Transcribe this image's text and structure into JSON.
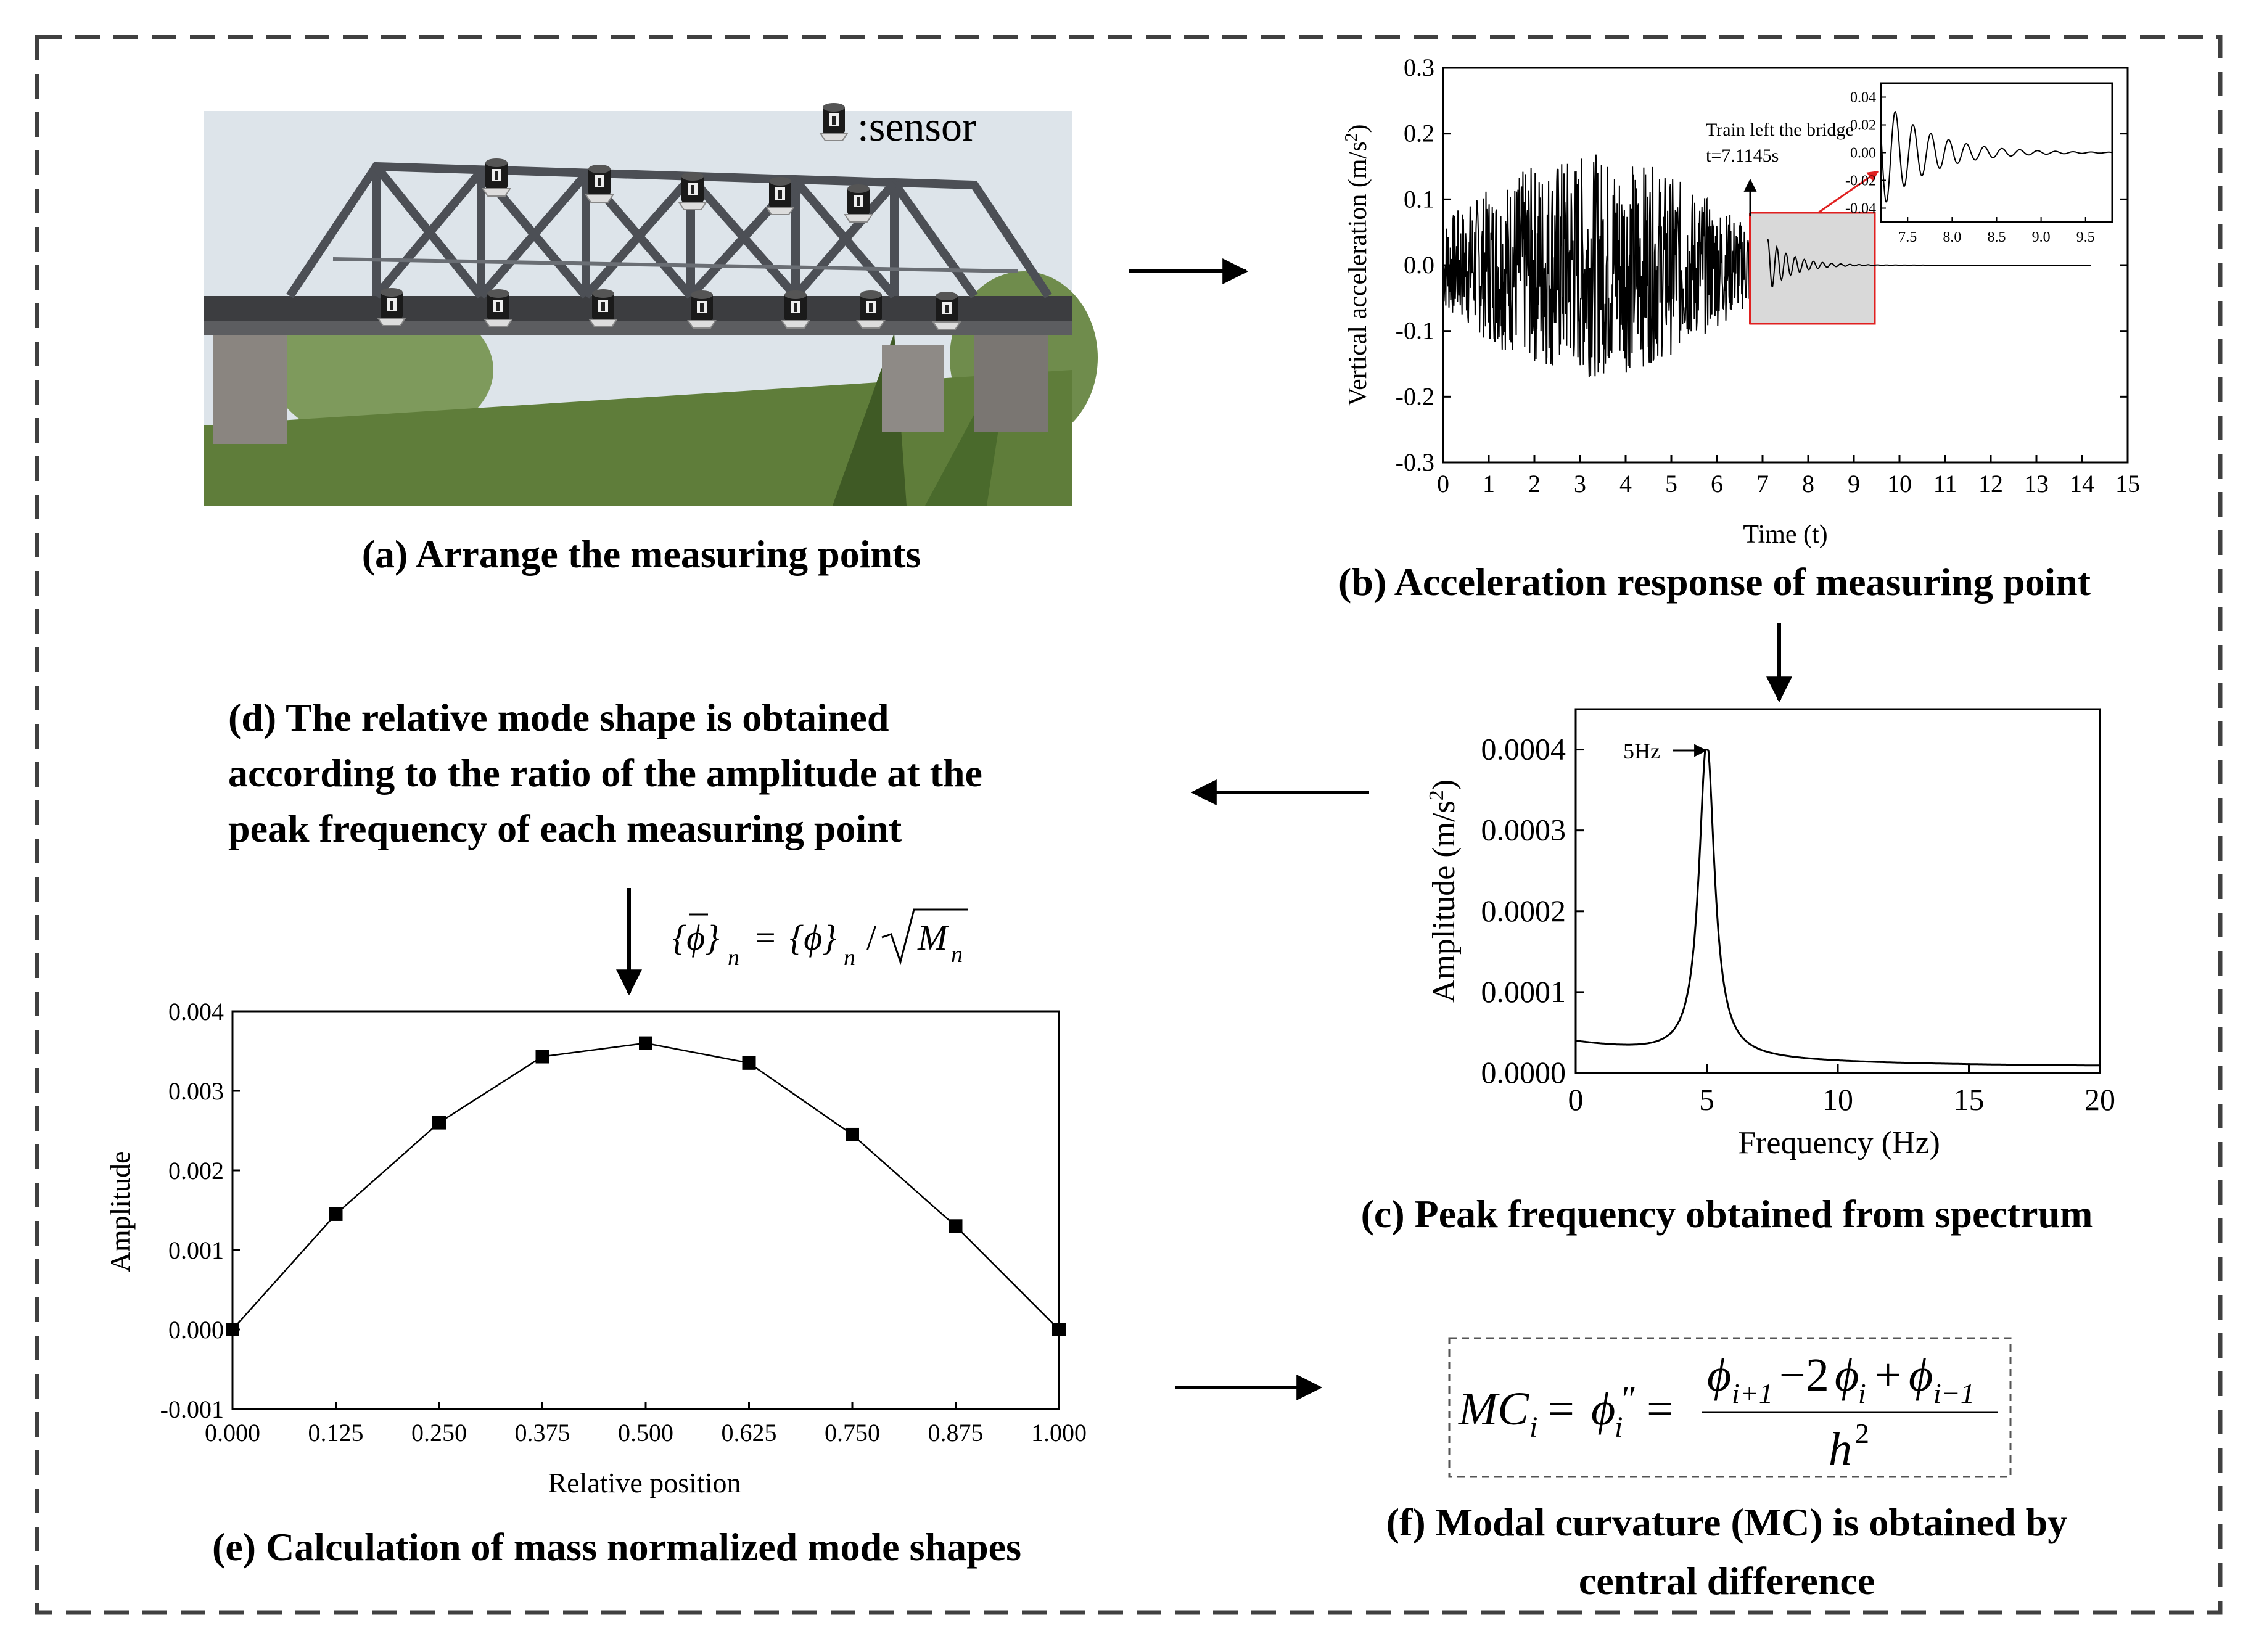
{
  "panels": {
    "a": {
      "caption": "(a) Arrange the measuring points",
      "legend_text": ":sensor",
      "sensor_icon": "sensor-icon"
    },
    "b": {
      "caption": "(b) Acceleration response of  measuring point",
      "annotation_line1": "Train left the bridge",
      "annotation_line2": "t=7.1145s"
    },
    "c": {
      "caption": "(c)  Peak frequency obtained from spectrum",
      "peak_label": "5Hz"
    },
    "d": {
      "caption_line1": "(d) The relative mode shape is obtained",
      "caption_line2": "according to the ratio of the amplitude at the",
      "caption_line3": "peak frequency of each measuring point"
    },
    "e": {
      "caption": "(e) Calculation of mass normalized mode shapes"
    },
    "f": {
      "caption_line1": "(f) Modal curvature (MC) is obtained by",
      "caption_line2": "central difference"
    }
  },
  "colors": {
    "border": "#404040",
    "arrow": "#000000",
    "inset_fill": "#d9d9d9",
    "inset_box": "#e02020",
    "sky": "#dde4ea",
    "grass": "#5f7d3a"
  },
  "chart_data": [
    {
      "id": "acceleration-response",
      "type": "line",
      "xlabel": "Time (t)",
      "ylabel": "Vertical acceleration (m/s2)",
      "xlim": [
        0,
        15
      ],
      "ylim": [
        -0.3,
        0.3
      ],
      "xticks": [
        0,
        1,
        2,
        3,
        4,
        5,
        6,
        7,
        8,
        9,
        10,
        11,
        12,
        13,
        14,
        15
      ],
      "yticks": [
        -0.3,
        -0.2,
        -0.1,
        0.0,
        0.1,
        0.2,
        0.3
      ],
      "ytick_labels": [
        "-0.3",
        "-0.2",
        "-0.1",
        "0.0",
        "0.1",
        "0.2",
        "0.3"
      ],
      "train_leave_time": 7.1145,
      "inset": {
        "xlim": [
          7.2,
          9.8
        ],
        "ylim": [
          -0.05,
          0.05
        ],
        "xticks": [
          7.5,
          8.0,
          8.5,
          9.0,
          9.5
        ],
        "xtick_labels": [
          "7.5",
          "8.0",
          "8.5",
          "9.0",
          "9.5"
        ],
        "yticks": [
          -0.04,
          -0.02,
          0.0,
          0.02,
          0.04
        ],
        "ytick_labels": [
          "-0.04",
          "-0.02",
          "0.00",
          "0.02",
          "0.04"
        ],
        "free_vibration": {
          "initial_amplitude": 0.04,
          "frequency_hz": 5,
          "decay_rate": 1.9
        }
      }
    },
    {
      "id": "spectrum",
      "type": "line",
      "xlabel": "Frequency (Hz)",
      "ylabel": "Amplitude (m/s2)",
      "xlim": [
        0,
        20
      ],
      "ylim": [
        0,
        0.00045
      ],
      "xticks": [
        0,
        5,
        10,
        15,
        20
      ],
      "yticks": [
        0,
        0.0001,
        0.0002,
        0.0003,
        0.0004
      ],
      "ytick_labels": [
        "0.0000",
        "0.0001",
        "0.0002",
        "0.0003",
        "0.0004"
      ],
      "peak_frequency": 5,
      "peak_amplitude": 0.0004,
      "baseline_at_zero": 5e-05
    },
    {
      "id": "mode-shape",
      "type": "line",
      "xlabel": "Relative position",
      "ylabel": "Amplitude",
      "x": [
        0.0,
        0.125,
        0.25,
        0.375,
        0.5,
        0.625,
        0.75,
        0.875,
        1.0
      ],
      "xtick_labels": [
        "0.000",
        "0.125",
        "0.250",
        "0.375",
        "0.500",
        "0.625",
        "0.750",
        "0.875",
        "1.000"
      ],
      "values": [
        0.0,
        0.00145,
        0.0026,
        0.00343,
        0.0036,
        0.00335,
        0.00245,
        0.0013,
        0.0
      ],
      "xlim": [
        0,
        1
      ],
      "ylim": [
        -0.001,
        0.004
      ],
      "yticks": [
        -0.001,
        0,
        0.001,
        0.002,
        0.003,
        0.004
      ],
      "ytick_labels": [
        "-0.001",
        "0.000",
        "0.001",
        "0.002",
        "0.003",
        "0.004"
      ]
    }
  ]
}
